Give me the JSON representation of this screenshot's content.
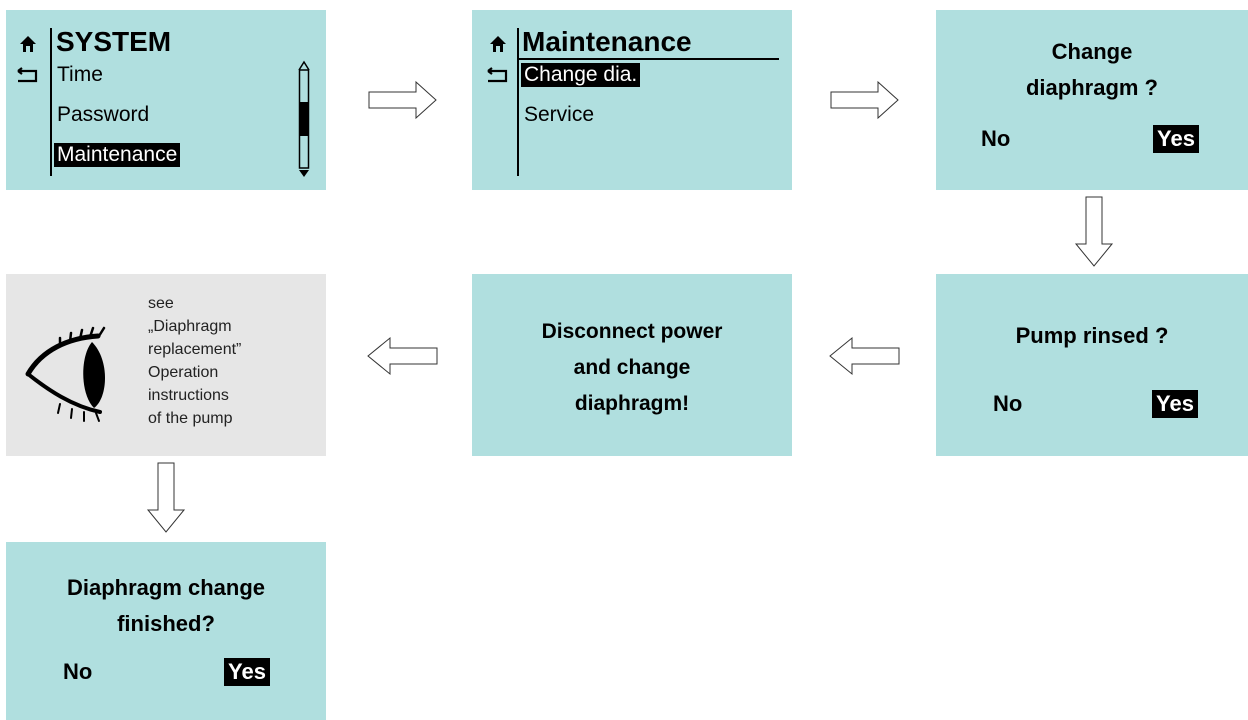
{
  "screens": {
    "system": {
      "title": "SYSTEM",
      "items": [
        "Time",
        "Password",
        "Maintenance"
      ]
    },
    "maintenance": {
      "title": "Maintenance",
      "items": [
        "Change dia.",
        "Service"
      ]
    },
    "change_diaphragm": {
      "question_line1": "Change",
      "question_line2": "diaphragm ?",
      "no": "No",
      "yes": "Yes"
    },
    "pump_rinsed": {
      "question": "Pump rinsed ?",
      "no": "No",
      "yes": "Yes"
    },
    "disconnect": {
      "line1": "Disconnect power",
      "line2": "and change",
      "line3": "diaphragm!"
    },
    "see_manual": {
      "lines": [
        "see",
        "„Diaphragm",
        "replacement”",
        "Operation",
        "instructions",
        "of the pump"
      ]
    },
    "change_finished": {
      "question_line1": "Diaphragm change",
      "question_line2": "finished?",
      "no": "No",
      "yes": "Yes"
    }
  },
  "colors": {
    "screen_bg": "#b0dfdf",
    "info_bg": "#e6e6e6",
    "highlight": "#000000"
  },
  "icons": [
    "home-icon",
    "back-icon",
    "eye-icon",
    "arrow-right",
    "arrow-down",
    "arrow-left"
  ]
}
